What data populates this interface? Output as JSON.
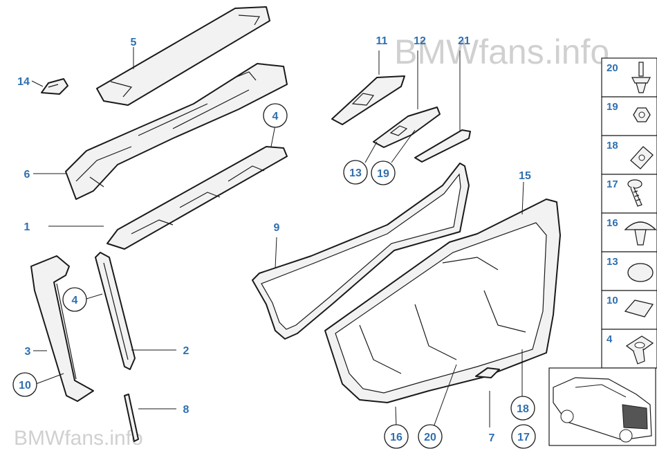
{
  "watermark_top": "BMWfans.info",
  "watermark_bottom": "BMWfans.info",
  "callouts": {
    "c1": "1",
    "c2": "2",
    "c3": "3",
    "c4a": "4",
    "c4b": "4",
    "c5": "5",
    "c6": "6",
    "c7": "7",
    "c8": "8",
    "c9": "9",
    "c10": "10",
    "c11": "11",
    "c12": "12",
    "c13": "13",
    "c14": "14",
    "c15": "15",
    "c16": "16",
    "c17": "17",
    "c18": "18",
    "c19": "19",
    "c20": "20",
    "c21": "21"
  },
  "legend": [
    "20",
    "19",
    "18",
    "17",
    "16",
    "13",
    "10",
    "4"
  ],
  "colors": {
    "callout": "#2f6fb0",
    "outline": "#1a1a1a",
    "watermark": "#d0d0d0"
  }
}
